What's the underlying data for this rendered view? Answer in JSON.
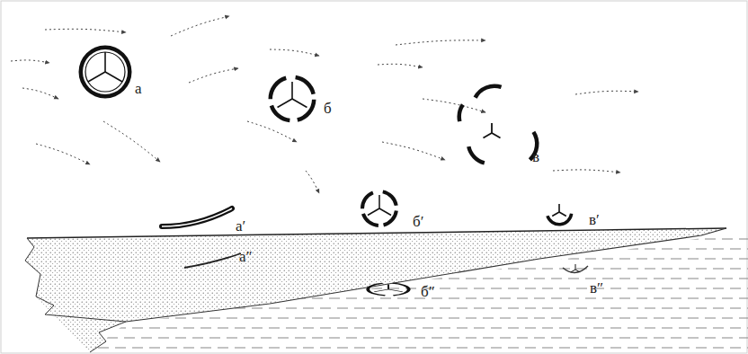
{
  "diagram": {
    "labels": [
      "а",
      "б",
      "в",
      "а′",
      "б′",
      "в′",
      "а″",
      "б″",
      "в″"
    ]
  }
}
